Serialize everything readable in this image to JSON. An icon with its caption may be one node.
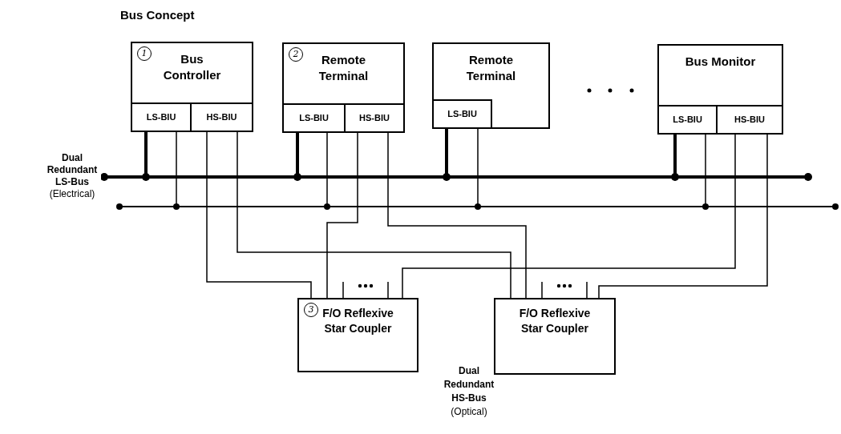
{
  "diagram": {
    "title": "Bus Concept",
    "nodes": [
      {
        "text": [
          "1",
          "Bus Controller"
        ]
      },
      {
        "text": [
          "LS-BIU"
        ],
        "in": 0
      },
      {
        "text": [
          "HS-BIU"
        ],
        "in": 0
      },
      {
        "text": [
          "2",
          "Remote Terminal"
        ]
      },
      {
        "text": [
          "LS-BIU"
        ],
        "in": 3
      },
      {
        "text": [
          "HS-BIU"
        ],
        "in": 3
      },
      {
        "text": [
          "Remote Terminal"
        ]
      },
      {
        "text": [
          "LS-BIU"
        ],
        "in": 6
      },
      {
        "text": [
          "Bus Monitor"
        ]
      },
      {
        "text": [
          "LS-BIU"
        ],
        "in": 8
      },
      {
        "text": [
          "HS-BIU"
        ],
        "in": 8
      },
      {
        "text": [
          "3",
          "F/O Reflexive Star Coupler"
        ]
      },
      {
        "text": [
          "F/O Reflexive Star Coupler"
        ]
      },
      {
        "text": [],
        "shape": "bar"
      },
      {
        "text": [],
        "shape": "bar"
      }
    ],
    "edges": [
      {
        "from": 1,
        "to": 13,
        "arrow": "other",
        "style": "thick"
      },
      {
        "from": 1,
        "to": 14,
        "arrow": "other"
      },
      {
        "from": 4,
        "to": 13,
        "arrow": "other",
        "style": "thick"
      },
      {
        "from": 4,
        "to": 14,
        "arrow": "other"
      },
      {
        "from": 7,
        "to": 13,
        "arrow": "other",
        "style": "thick"
      },
      {
        "from": 7,
        "to": 14,
        "arrow": "other"
      },
      {
        "from": 9,
        "to": 13,
        "arrow": "other",
        "style": "thick"
      },
      {
        "from": 9,
        "to": 14,
        "arrow": "other"
      },
      {
        "from": 2,
        "to": 11,
        "arrow": "none"
      },
      {
        "from": 2,
        "to": 12,
        "arrow": "none"
      },
      {
        "from": 5,
        "to": 11,
        "arrow": "none"
      },
      {
        "from": 5,
        "to": 12,
        "arrow": "none"
      },
      {
        "from": 10,
        "to": 11,
        "arrow": "none"
      },
      {
        "from": 10,
        "to": 12,
        "arrow": "none"
      }
    ],
    "labels": [
      "Dual Redundant LS-Bus",
      "(Electrical)",
      "Dual Redundant HS-Bus",
      "(Optical)"
    ]
  }
}
